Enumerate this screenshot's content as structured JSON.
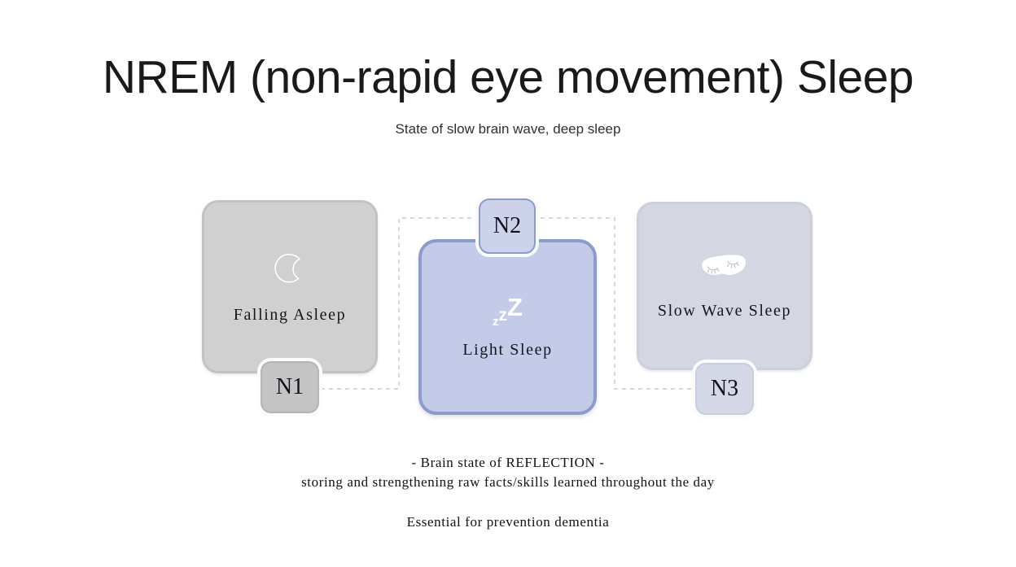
{
  "slide": {
    "title": "NREM (non-rapid eye movement) Sleep",
    "subtitle": "State of slow brain wave, deep sleep"
  },
  "stages": [
    {
      "badge": "N1",
      "label": "Falling Asleep",
      "icon": "crescent-moon-icon",
      "fill": "#d0d0d0",
      "border": "#c2c2c2",
      "badge_fill": "#c4c4c4",
      "badge_border": "#b4b4b4"
    },
    {
      "badge": "N2",
      "label": "Light Sleep",
      "icon": "zzz-icon",
      "icon_text": [
        "z",
        "z",
        "Z"
      ],
      "fill": "#c4cbe8",
      "border": "#8b9bcb",
      "badge_fill": "#ccd2ea",
      "badge_border": "#8b9bcb"
    },
    {
      "badge": "N3",
      "label": "Slow Wave Sleep",
      "icon": "sleep-mask-icon",
      "fill": "#d4d7e2",
      "border": "#ccd0dd",
      "badge_fill": "#d4d7e5",
      "badge_border": "#c9cddd"
    }
  ],
  "footer": {
    "line1": "- Brain state of REFLECTION -",
    "line2": "storing and strengthening raw facts/skills learned throughout the day",
    "line3": "Essential for prevention dementia"
  },
  "connector": {
    "style": "dashed",
    "color": "#c8c8c8"
  }
}
